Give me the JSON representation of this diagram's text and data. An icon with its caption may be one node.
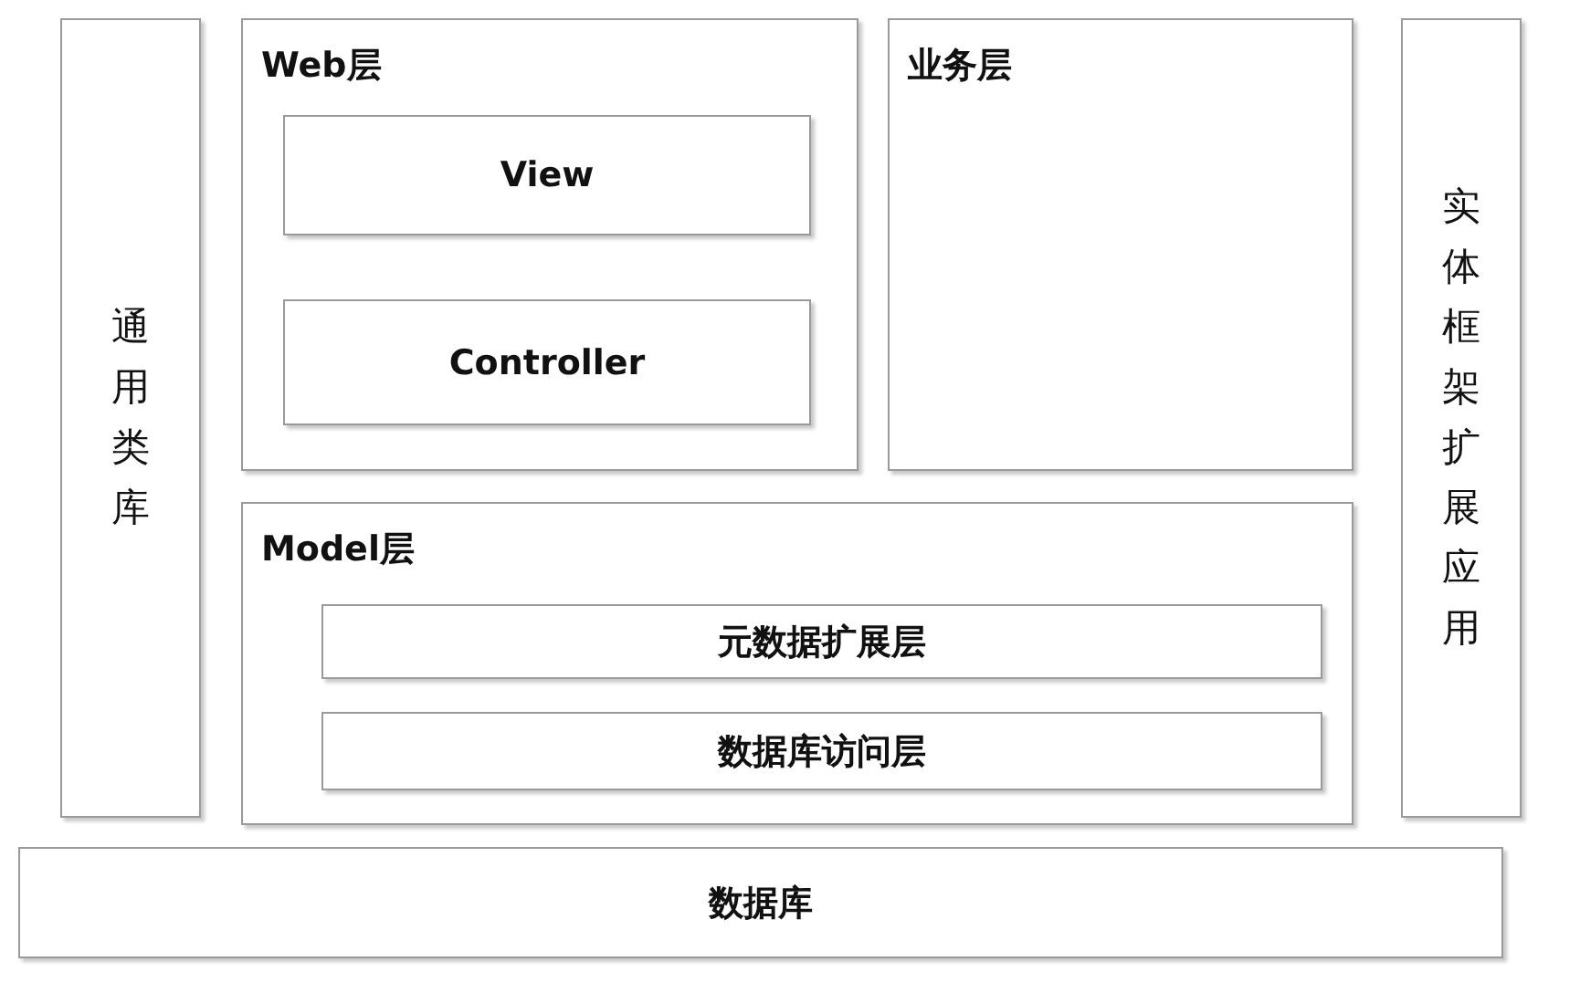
{
  "diagram": {
    "nodes": [
      {
        "text": [
          "通用类库"
        ]
      },
      {
        "text": [
          "Web层"
        ]
      },
      {
        "text": [
          "View"
        ],
        "in": 1
      },
      {
        "text": [
          "Controller"
        ],
        "in": 1
      },
      {
        "text": [
          "业务层"
        ]
      },
      {
        "text": [
          "实体框架扩展应用"
        ]
      },
      {
        "text": [
          "Model层"
        ]
      },
      {
        "text": [
          "元数据扩展层"
        ],
        "in": 6
      },
      {
        "text": [
          "数据库访问层"
        ],
        "in": 6
      },
      {
        "text": [
          "数据库"
        ]
      }
    ]
  }
}
